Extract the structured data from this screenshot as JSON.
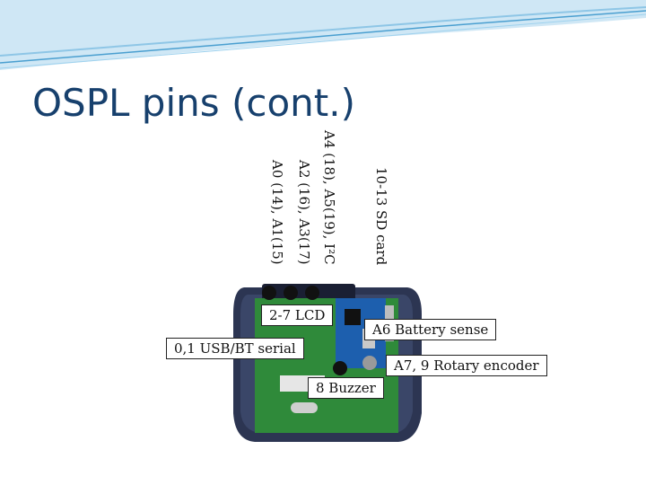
{
  "slide": {
    "title": "OSPL pins (cont.)"
  },
  "labels": {
    "sd_card": "10-13 SD card",
    "i2c": "A4 (18), A5(19), I²C",
    "a2_a3": "A2 (16), A3(17)",
    "a0_a1": "A0 (14), A1(15)",
    "lcd": "2-7 LCD",
    "usb_bt": "0,1 USB/BT serial",
    "battery": "A6 Battery sense",
    "rotary": "A7, 9 Rotary encoder",
    "buzzer": "8 Buzzer"
  },
  "colors": {
    "title": "#17406d",
    "wave_light": "#cfe7f5",
    "wave_mid": "#8ec6e6",
    "wave_dark": "#4a9fd0",
    "enclosure": "#2c3552",
    "pcb": "#2f8a3a",
    "arduino": "#1d5fae"
  }
}
